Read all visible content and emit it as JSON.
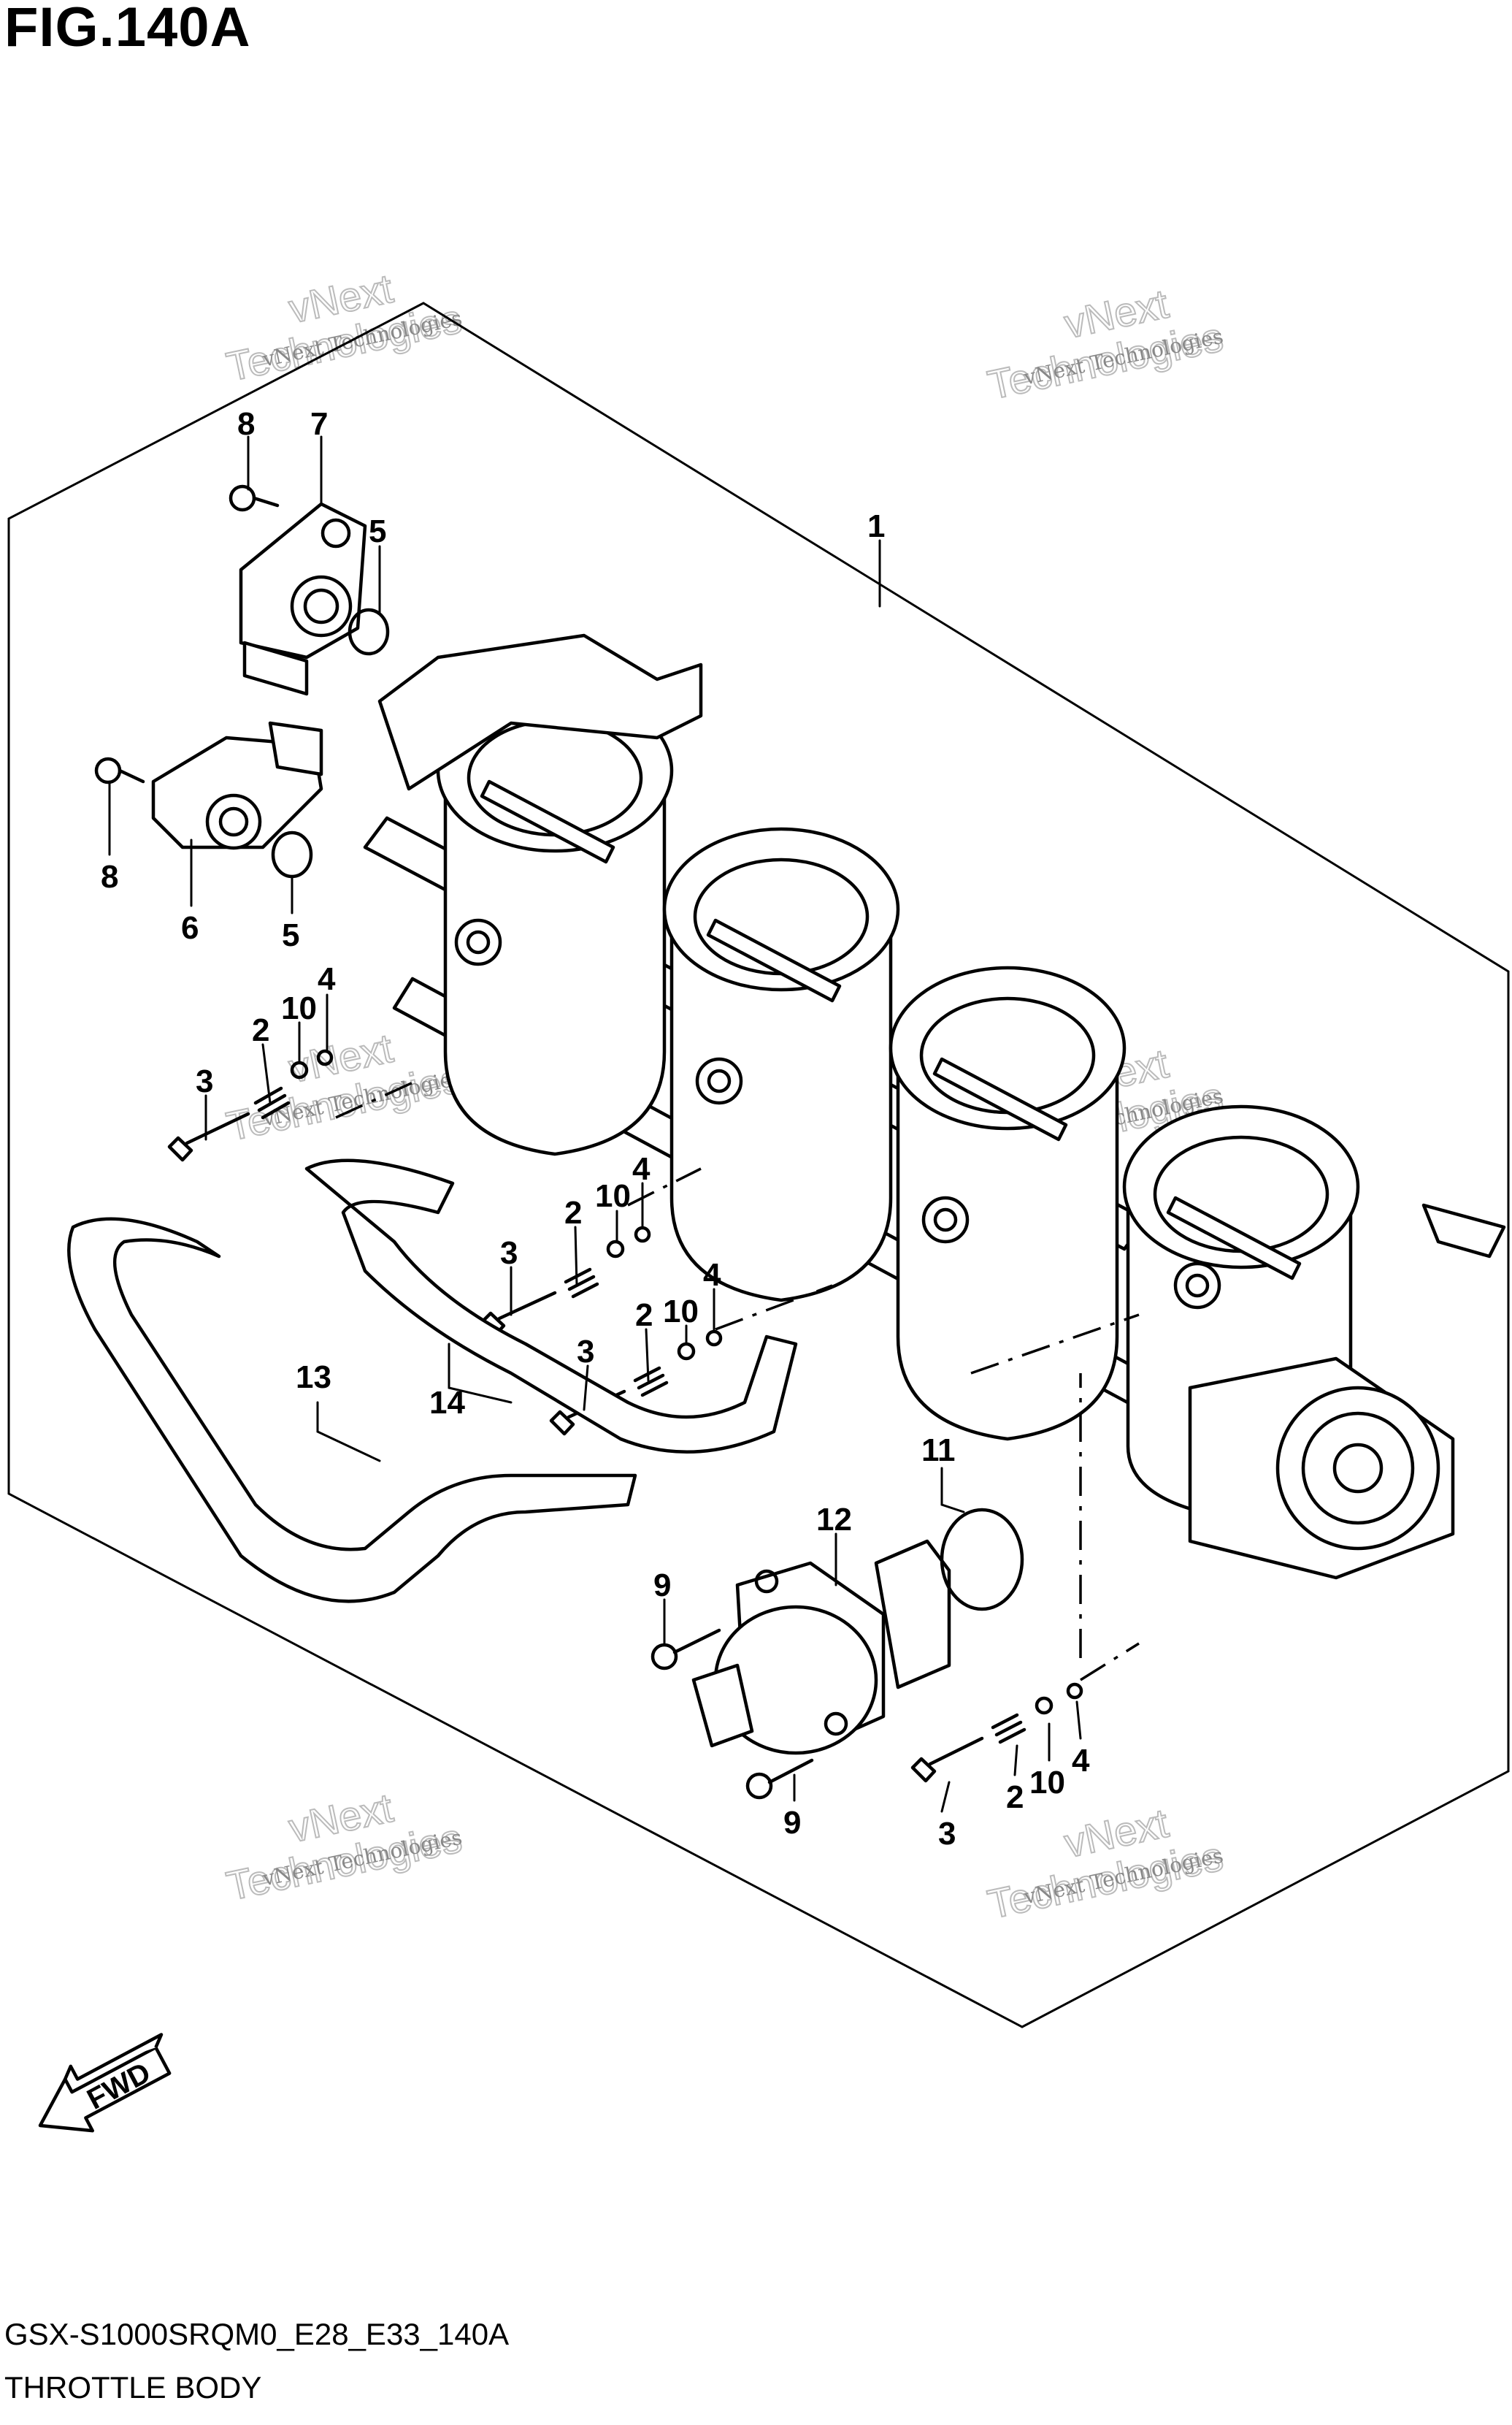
{
  "figure": {
    "title": "FIG.140A",
    "model_code": "GSX-S1000SRQM0_E28_E33_140A",
    "section_name": "THROTTLE BODY"
  },
  "watermarks": [
    {
      "line1": "vNext Technologies",
      "line2": "vNext",
      "line3": "Technologies"
    },
    {
      "line1": "vNext Technologies",
      "line2": "vNext",
      "line3": "Technologies"
    },
    {
      "line1": "vNext Technologies",
      "line2": "vNext",
      "line3": "Technologies"
    },
    {
      "line1": "vNext Technologies",
      "line2": "vNext",
      "line3": "Technologies"
    },
    {
      "line1": "vNext Technologies",
      "line2": "vNext",
      "line3": "Technologies"
    },
    {
      "line1": "vNext Technologies",
      "line2": "vNext",
      "line3": "Technologies"
    }
  ],
  "direction_arrow": {
    "label": "FWD"
  },
  "callouts": {
    "c1": "1",
    "c2a": "2",
    "c2b": "2",
    "c2c": "2",
    "c2d": "2",
    "c3a": "3",
    "c3b": "3",
    "c3c": "3",
    "c3d": "3",
    "c4a": "4",
    "c4b": "4",
    "c4c": "4",
    "c4d": "4",
    "c5a": "5",
    "c5b": "5",
    "c6": "6",
    "c7": "7",
    "c8a": "8",
    "c8b": "8",
    "c9a": "9",
    "c9b": "9",
    "c10a": "10",
    "c10b": "10",
    "c10c": "10",
    "c10d": "10",
    "c11": "11",
    "c12": "12",
    "c13": "13",
    "c14": "14"
  }
}
